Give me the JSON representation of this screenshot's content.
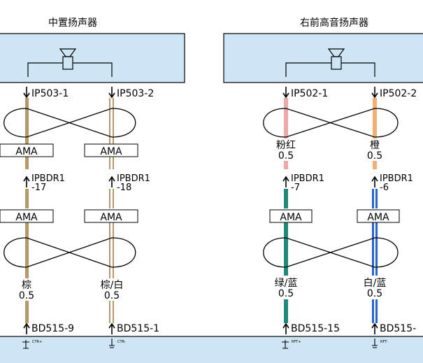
{
  "titles": {
    "left": "中置扬声器",
    "right": "右前高音扬声器"
  },
  "connectors": {
    "l_top_a": "IP503-1",
    "l_top_b": "IP503-2",
    "r_top_a": "IP502-1",
    "r_top_b": "IP502-2",
    "l_mid_a": "IPBDR1",
    "l_mid_a2": "-17",
    "l_mid_b": "IPBDR1",
    "l_mid_b2": "-18",
    "r_mid_a": "IPBDR1",
    "r_mid_a2": "-7",
    "r_mid_b": "IPBDR1",
    "r_mid_b2": "-6",
    "l_bot_a": "BD515-9",
    "l_bot_b": "BD515-1",
    "r_bot_a": "BD515-15",
    "r_bot_b": "BD515-"
  },
  "ama": "AMA",
  "wires": {
    "l_top_color_a": "棕",
    "l_top_size_a": "0.5",
    "l_top_color_b": "棕/白",
    "l_top_size_b": "0.5",
    "r_top_color_a": "粉红",
    "r_top_size_a": "0.5",
    "r_top_color_b": "橙",
    "r_top_size_b": "0.5",
    "r_bot_color_a": "绿/蓝",
    "r_bot_size_a": "0.5",
    "r_bot_color_b": "白/蓝",
    "r_bot_size_b": "0.5"
  },
  "pins": {
    "ctr_plus": "CTR+",
    "ctr_minus": "CTR-",
    "rft_plus": "RFT+",
    "rft_minus": "RFT-"
  },
  "colors": {
    "module_fill": "#cde5f5",
    "brown": "#b49a6a",
    "pink": "#f0a7a7",
    "orange": "#f3b074",
    "teal": "#1f8a7c",
    "blue": "#2a64c8"
  }
}
